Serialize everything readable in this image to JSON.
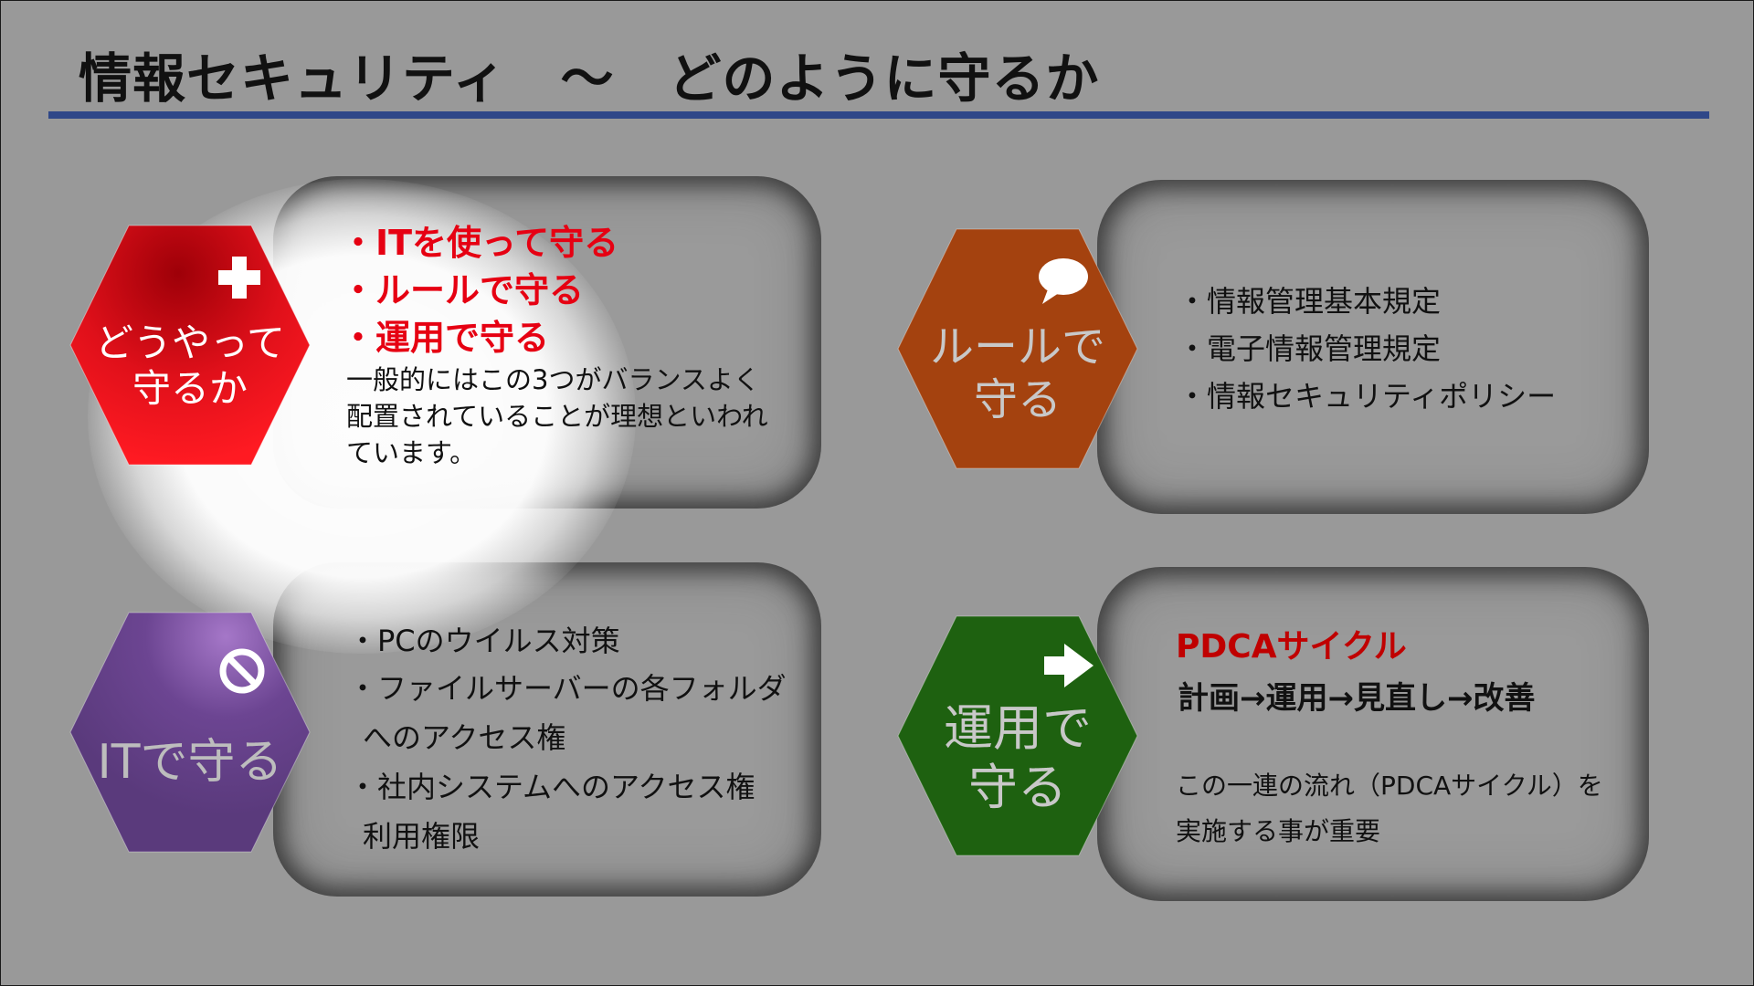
{
  "slide": {
    "title": "情報セキュリティ　～　どのように守るか"
  },
  "colors": {
    "title_rule": "#2f4788",
    "hex_red": "#e8121e",
    "hex_orange": "#a4420f",
    "hex_purple": "#5c3a80",
    "hex_green": "#1e6110",
    "accent_red_text": "#e60012",
    "pdca_red_text": "#c00000"
  },
  "how": {
    "hex_line1": "どうやって",
    "hex_line2": "守るか",
    "icon": "cross-icon",
    "headline1": "・ITを使って守る",
    "headline2": "・ルールで守る",
    "headline3": "・運用で守る",
    "body_line1": "一般的にはこの3つがバランスよく",
    "body_line2": "配置されていることが理想といわれ",
    "body_line3": "ています。"
  },
  "rule": {
    "hex_line1": "ルールで",
    "hex_line2": "守る",
    "icon": "speech-bubble-icon",
    "items": [
      "・情報管理基本規定",
      "・電子情報管理規定",
      "・情報セキュリティポリシー"
    ]
  },
  "it": {
    "hex_label": "ITで守る",
    "icon": "no-entry-icon",
    "item1": "・PCのウイルス対策",
    "item2_line1": "・ファイルサーバーの各フォルダ",
    "item2_line2": "へのアクセス権",
    "item3_line1": "・社内システムへのアクセス権",
    "item3_line2": "利用権限"
  },
  "ops": {
    "hex_line1": "運用で",
    "hex_line2": "守る",
    "icon": "arrow-right-icon",
    "pdca_title": "PDCAサイクル",
    "pdca_flow": "計画→運用→見直し→改善",
    "note_line1": "この一連の流れ（PDCAサイクル）を",
    "note_line2": "実施する事が重要"
  }
}
